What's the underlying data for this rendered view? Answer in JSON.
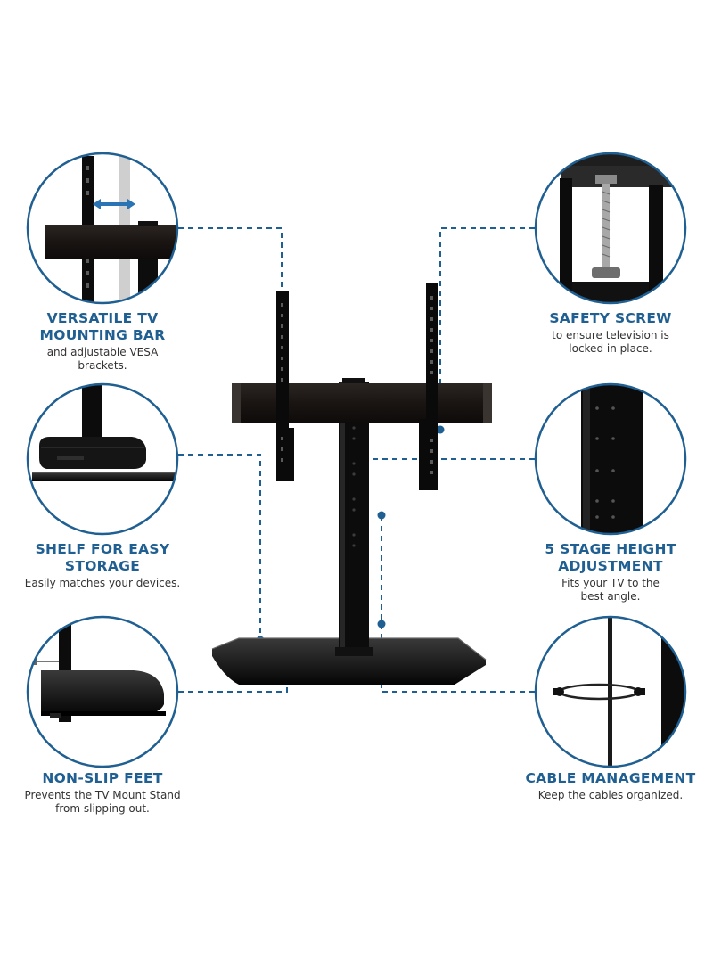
{
  "accent_color": "#1f5f91",
  "features": {
    "mounting_bar": {
      "title": "VERSATILE TV\nMOUNTING BAR",
      "desc": "and adjustable VESA\nbrackets.",
      "icon": "mounting-bar-closeup"
    },
    "shelf": {
      "title": "SHELF FOR EASY\nSTORAGE",
      "desc": "Easily matches your devices.",
      "icon": "shelf-closeup"
    },
    "feet": {
      "title": "NON-SLIP FEET",
      "desc": "Prevents the TV Mount Stand\nfrom slipping out.",
      "icon": "feet-closeup"
    },
    "screw": {
      "title": "SAFETY SCREW",
      "desc": "to ensure television is\nlocked in place.",
      "icon": "screw-closeup"
    },
    "height": {
      "title": "5 STAGE HEIGHT\nADJUSTMENT",
      "desc": "Fits your TV to the\nbest angle.",
      "icon": "pole-closeup"
    },
    "cable": {
      "title": "CABLE MANAGEMENT",
      "desc": "Keep the cables organized.",
      "icon": "cable-clip-closeup"
    }
  }
}
